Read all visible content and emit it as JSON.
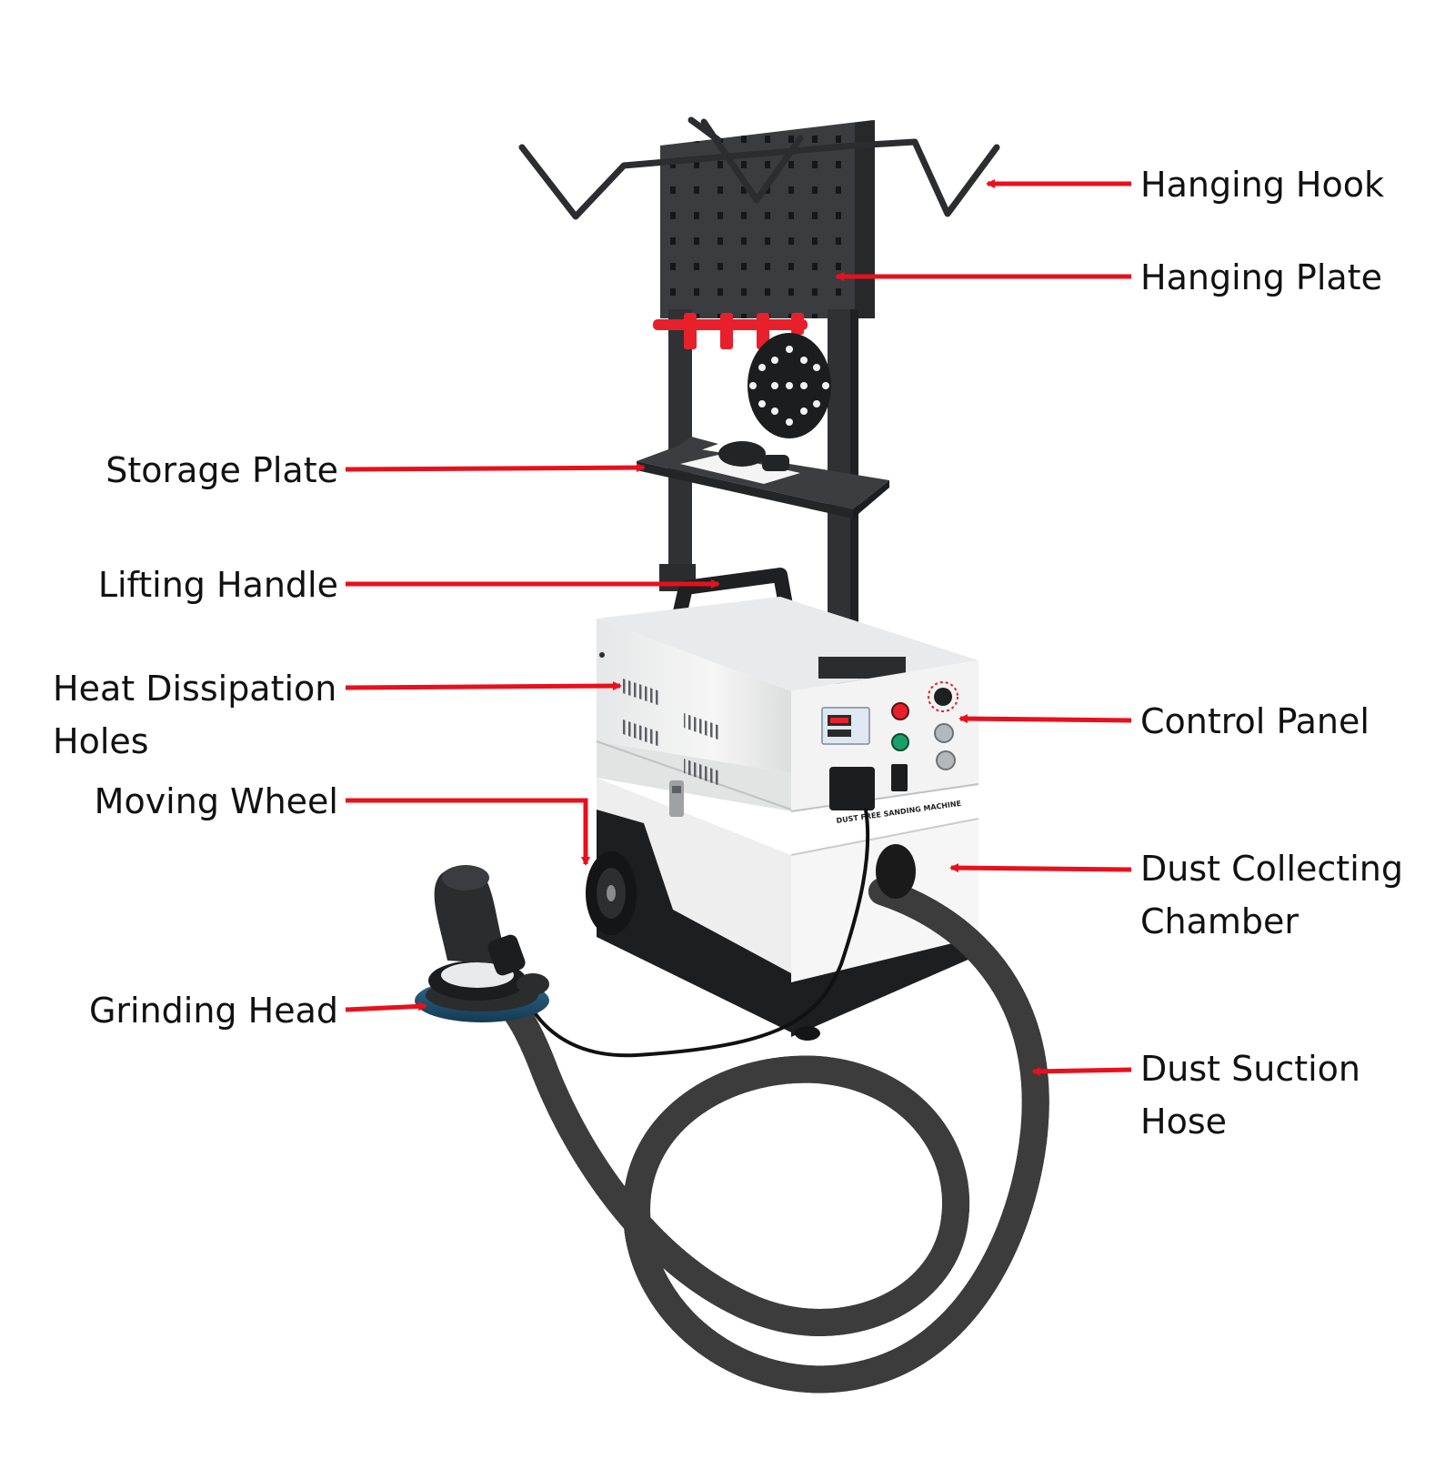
{
  "colors": {
    "arrow": "#e8101c",
    "metal_dark": "#3a3c3f",
    "metal_darker": "#26282a",
    "body_white": "#f1f2f2",
    "body_shade": "#d9dadb",
    "accent_red": "#e8202b",
    "hose": "#1a1a1a",
    "text": "#111111"
  },
  "labels": {
    "hanging_hook": [
      "Hanging Hook"
    ],
    "hanging_plate": [
      "Hanging Plate"
    ],
    "storage_plate": [
      "Storage Plate"
    ],
    "lifting_handle": [
      "Lifting Handle"
    ],
    "heat_dissipation_holes": [
      "Heat Dissipation",
      "Holes"
    ],
    "control_panel": [
      "Control Panel"
    ],
    "moving_wheel": [
      "Moving Wheel"
    ],
    "dust_collecting_chamber": [
      "Dust Collecting",
      "Chamber"
    ],
    "grinding_head": [
      "Grinding Head"
    ],
    "dust_suction_hose": [
      "Dust Suction",
      "Hose"
    ]
  },
  "machine_text": "DUST FREE SANDING MACHINE"
}
